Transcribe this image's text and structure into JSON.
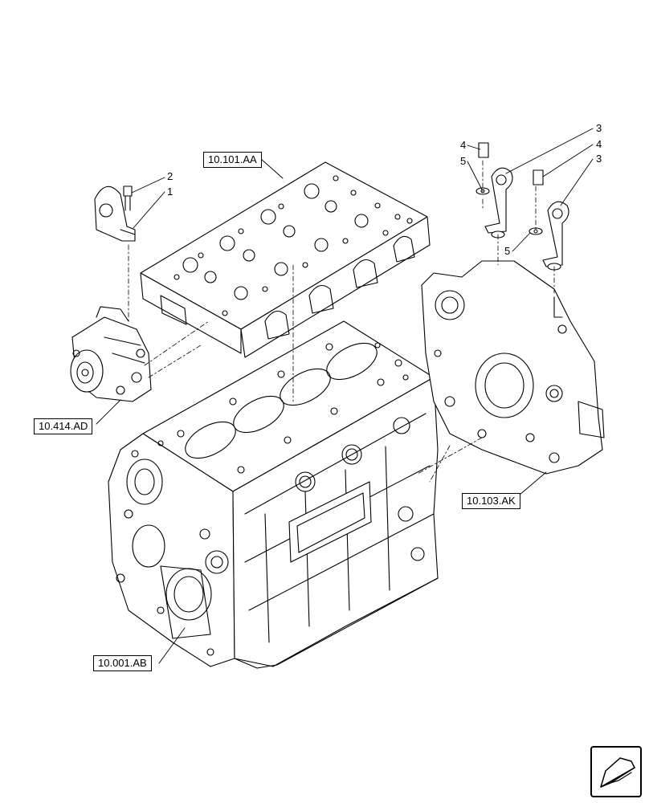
{
  "references": {
    "cylinder_head": "10.101.AA",
    "water_pump": "10.414.AD",
    "timing_cover": "10.103.AK",
    "engine_block": "10.001.AB"
  },
  "callouts": {
    "bracket_left_bolt": "2",
    "bracket_left_plate": "1",
    "eye_bolt_a": "4",
    "eye_washer_a": "5",
    "eye_plate_a": "3",
    "eye_bolt_b": "4",
    "eye_plate_b": "3",
    "eye_washer_b": "5"
  },
  "icons": {
    "nav_arrow": "next-page-arrow-icon"
  }
}
